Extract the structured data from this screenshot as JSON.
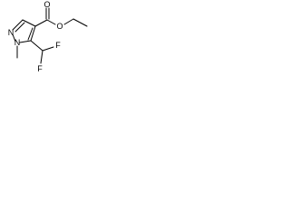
{
  "structure": {
    "atoms": {
      "n1": "N",
      "n2": "N",
      "o_carbonyl": "O",
      "o_ester": "O",
      "f_upper": "F",
      "f_lower": "F"
    }
  }
}
